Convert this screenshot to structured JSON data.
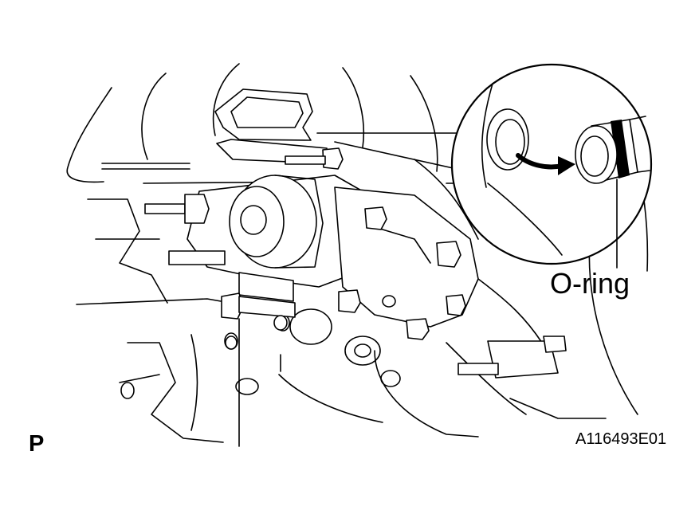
{
  "figure": {
    "callout_label": "O-ring",
    "view_label": "P",
    "figure_id": "A116493E01"
  },
  "colors": {
    "line": "#000000",
    "background": "#ffffff"
  },
  "icons": {
    "illustration": "water-pump-engine-illustration",
    "detail": "o-ring-detail-magnifier",
    "arrow": "install-direction-arrow-icon"
  }
}
